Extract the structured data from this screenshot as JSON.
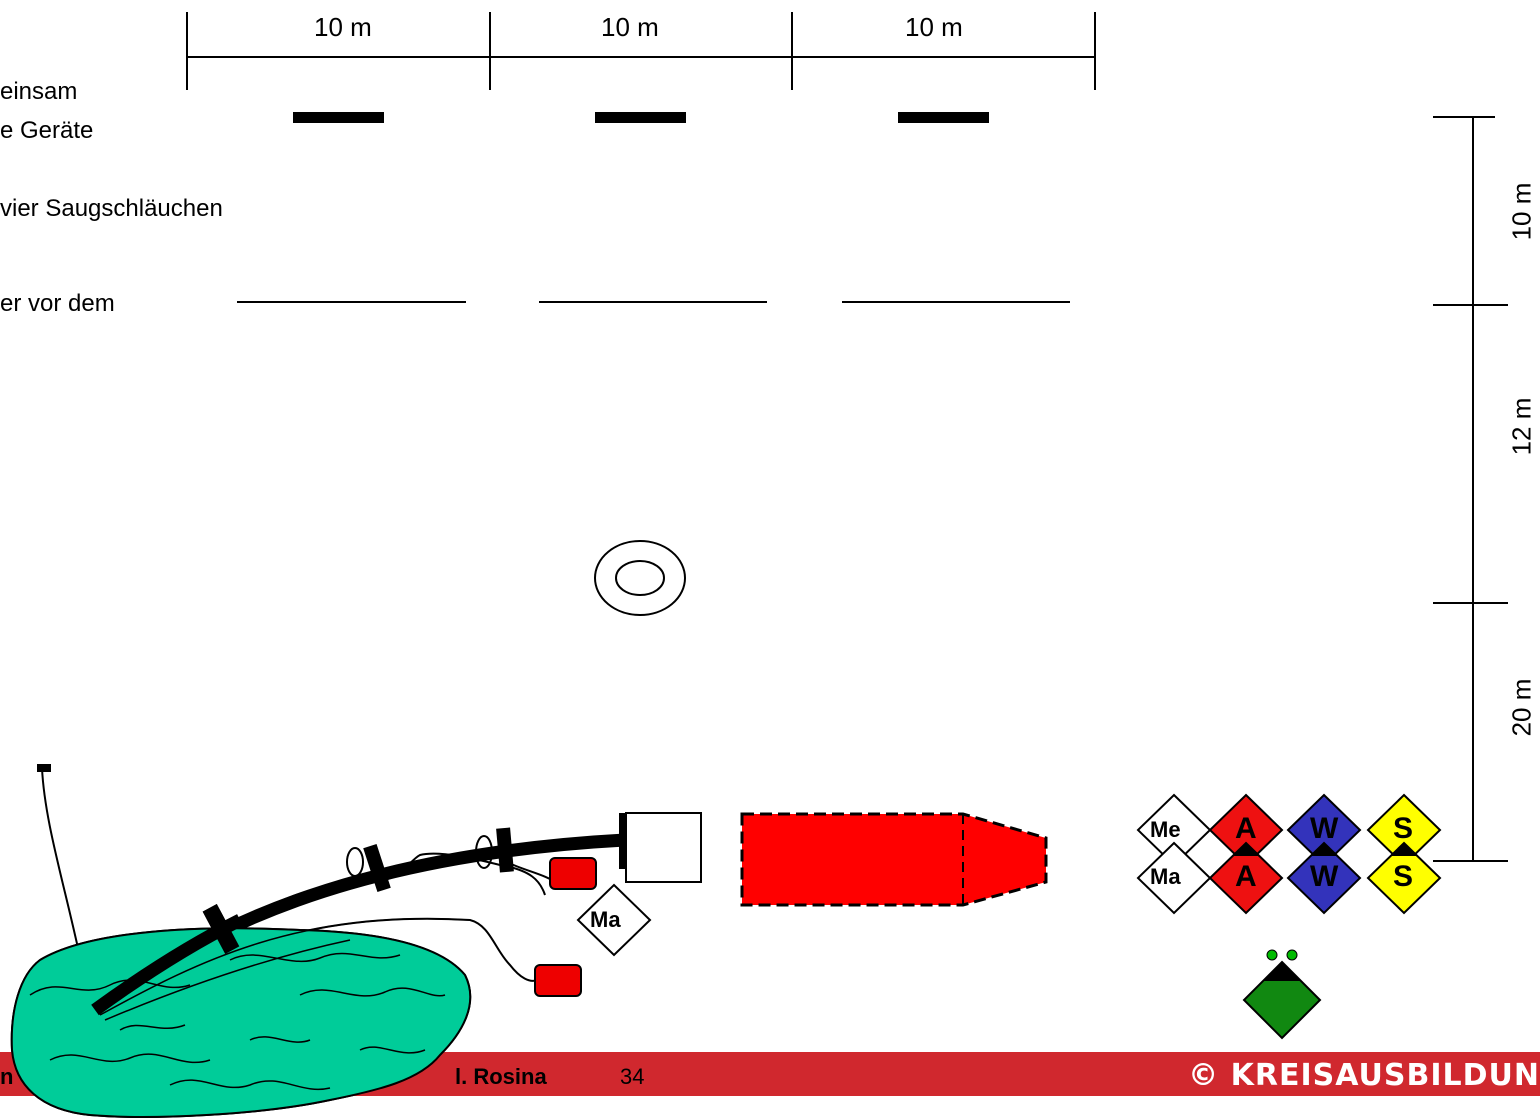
{
  "intro_text": {
    "line1": "einsam",
    "line2": "e Geräte",
    "line3": "vier Saugschläuchen",
    "line4": "er vor dem"
  },
  "measurements": {
    "top": [
      "10 m",
      "10 m",
      "10 m"
    ],
    "right": [
      "10 m",
      "12 m",
      "20 m"
    ]
  },
  "crew": {
    "row1": [
      "Me",
      "A",
      "W",
      "S"
    ],
    "row2": [
      "Ma",
      "A",
      "W",
      "S"
    ],
    "machinist": "Ma"
  },
  "colors": {
    "vehicle": "#ff0000",
    "angriff": "#ee1111",
    "wasser": "#3333bb",
    "schlauch": "#ffff00",
    "water": "#00cc99",
    "leader": "#118811",
    "footer": "#d0282e"
  },
  "footer": {
    "left": "n",
    "author": "l. Rosina",
    "page": "34",
    "brand": "© KREISAUSBILDUN"
  }
}
